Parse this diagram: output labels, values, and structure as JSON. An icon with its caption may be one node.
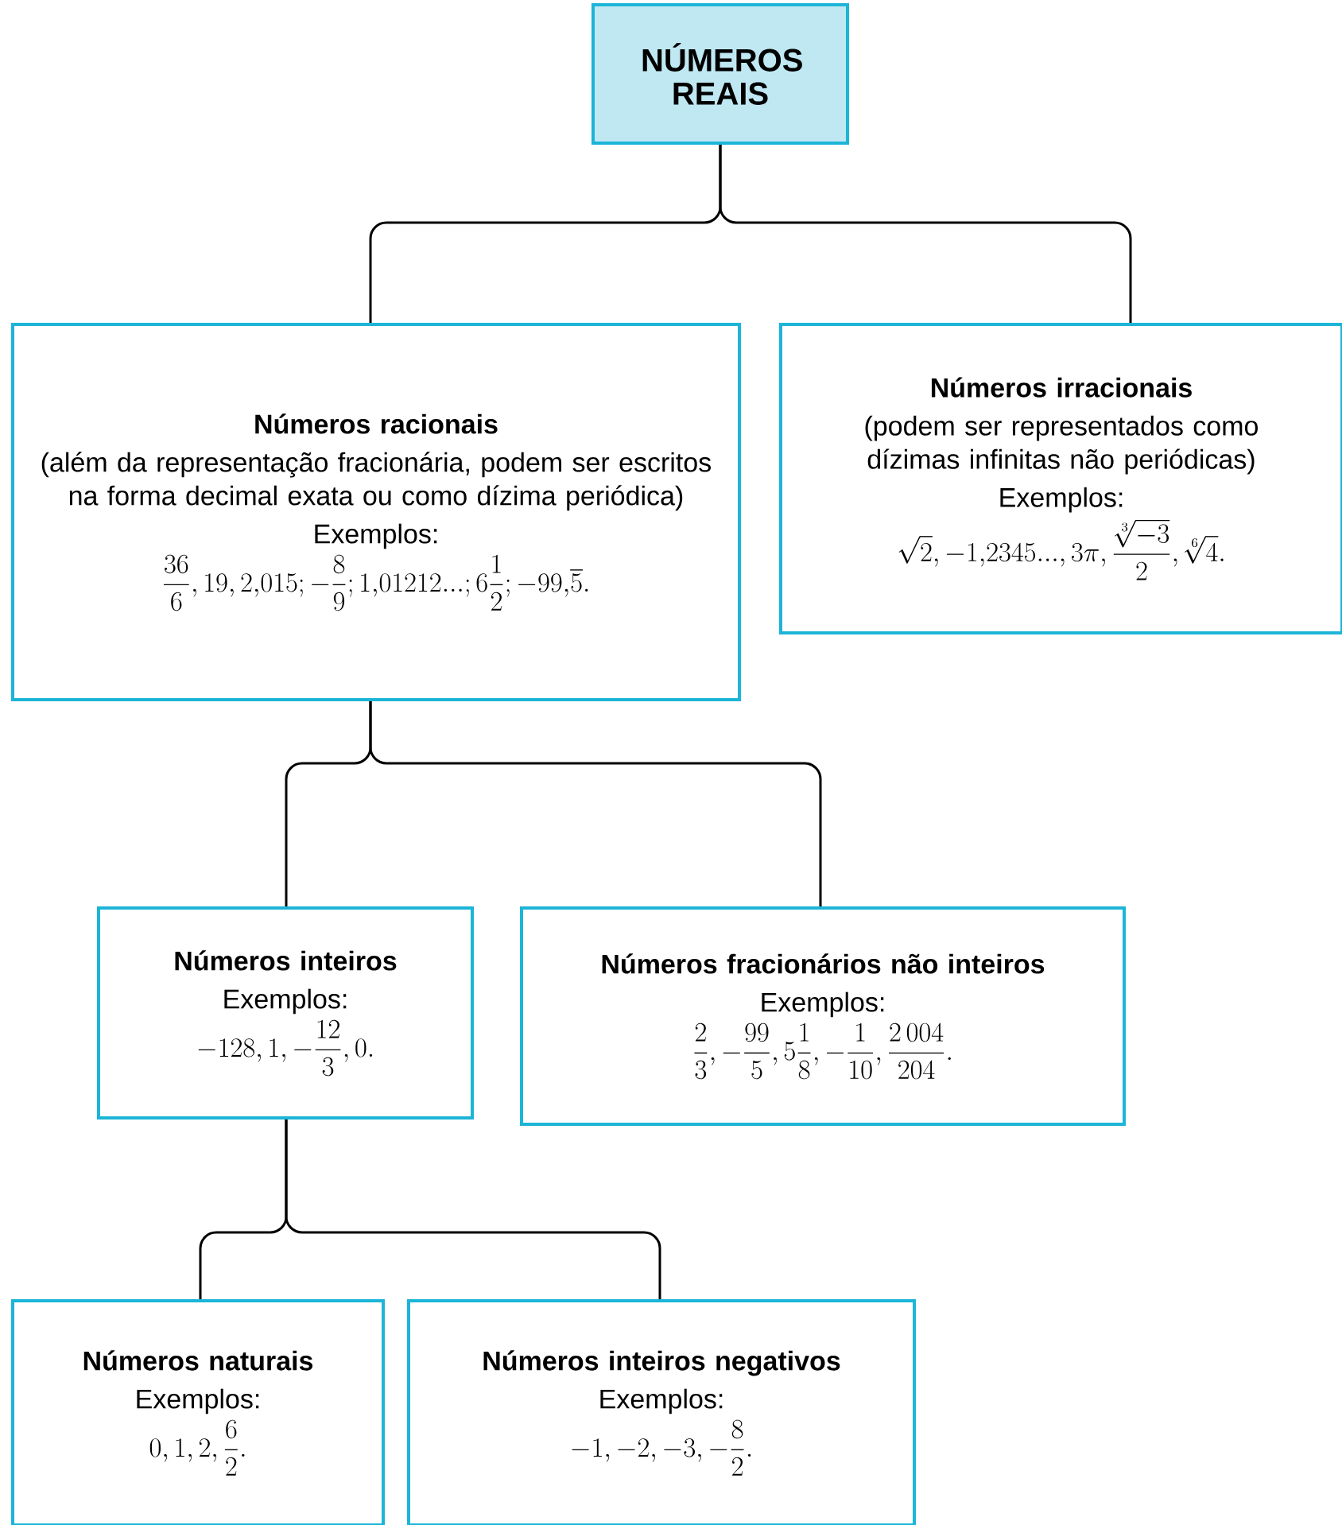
{
  "diagram": {
    "nodes": [
      {
        "text": [
          "NÚMEROS REAIS"
        ]
      },
      {
        "text": [
          "Números racionais",
          "(além da representação fracionária, podem ser escritos na forma decimal exata ou como dízima periódica)",
          "Exemplos:",
          "\\frac{36}{6}, 19, 2{,}015; -\\frac{8}{9}; 1{,}01212...; 6\\frac{1}{2}; -99{,}\\overline{5}."
        ]
      },
      {
        "text": [
          "Números irracionais",
          "(podem ser representados como dízimas infinitas não periódicas)",
          "Exemplos:",
          "\\sqrt{2}, -1{,}2345..., 3\\pi, \\frac{\\sqrt[3]{-3}}{2}, \\sqrt[6]{4}."
        ]
      },
      {
        "text": [
          "Números inteiros",
          "Exemplos:",
          "-128, 1, -\\frac{12}{3}, 0."
        ]
      },
      {
        "text": [
          "Números fracionários não inteiros",
          "Exemplos:",
          "\\frac{2}{3}, -\\frac{99}{5}, 5\\frac{1}{8}, -\\frac{1}{10}, \\frac{2\\,004}{204}."
        ]
      },
      {
        "text": [
          "Números naturais",
          "Exemplos:",
          "0, 1, 2, \\frac{6}{2}."
        ]
      },
      {
        "text": [
          "Números inteiros negativos",
          "Exemplos:",
          "-1, -2, -3, -\\frac{8}{2}."
        ]
      }
    ],
    "edges": [
      {
        "from": 0,
        "to": 1,
        "arrow": "none"
      },
      {
        "from": 0,
        "to": 2,
        "arrow": "none"
      },
      {
        "from": 1,
        "to": 3,
        "arrow": "none"
      },
      {
        "from": 1,
        "to": 4,
        "arrow": "none"
      },
      {
        "from": 3,
        "to": 5,
        "arrow": "none"
      },
      {
        "from": 3,
        "to": 6,
        "arrow": "none"
      }
    ]
  }
}
